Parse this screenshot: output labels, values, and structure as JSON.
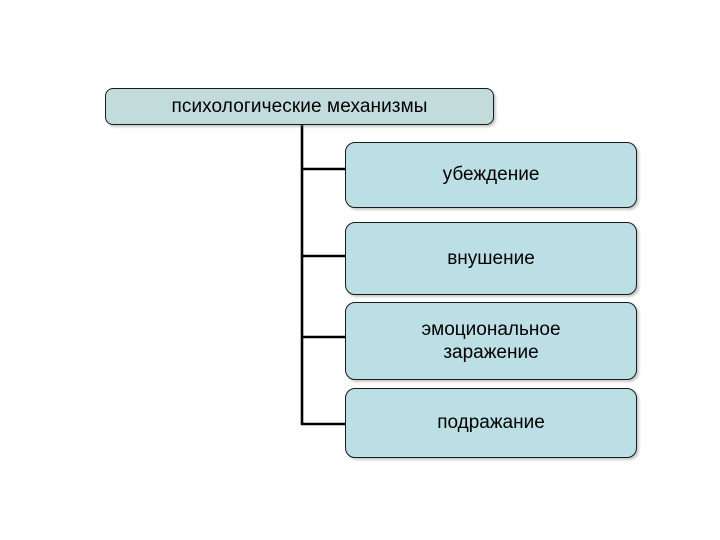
{
  "diagram": {
    "type": "tree-hierarchy",
    "title": "психологические механизмы",
    "root": {
      "label": "психологические механизмы"
    },
    "children": [
      {
        "label": "убеждение"
      },
      {
        "label": "внушение"
      },
      {
        "label": "эмоциональное\nзаражение"
      },
      {
        "label": "подражание"
      }
    ],
    "colors": {
      "root_fill": "#c2dcdc",
      "child_fill": "#bbdfe4",
      "outline": "#1a1a1a",
      "text": "#000000",
      "background": "#ffffff",
      "connector": "#000000"
    }
  }
}
